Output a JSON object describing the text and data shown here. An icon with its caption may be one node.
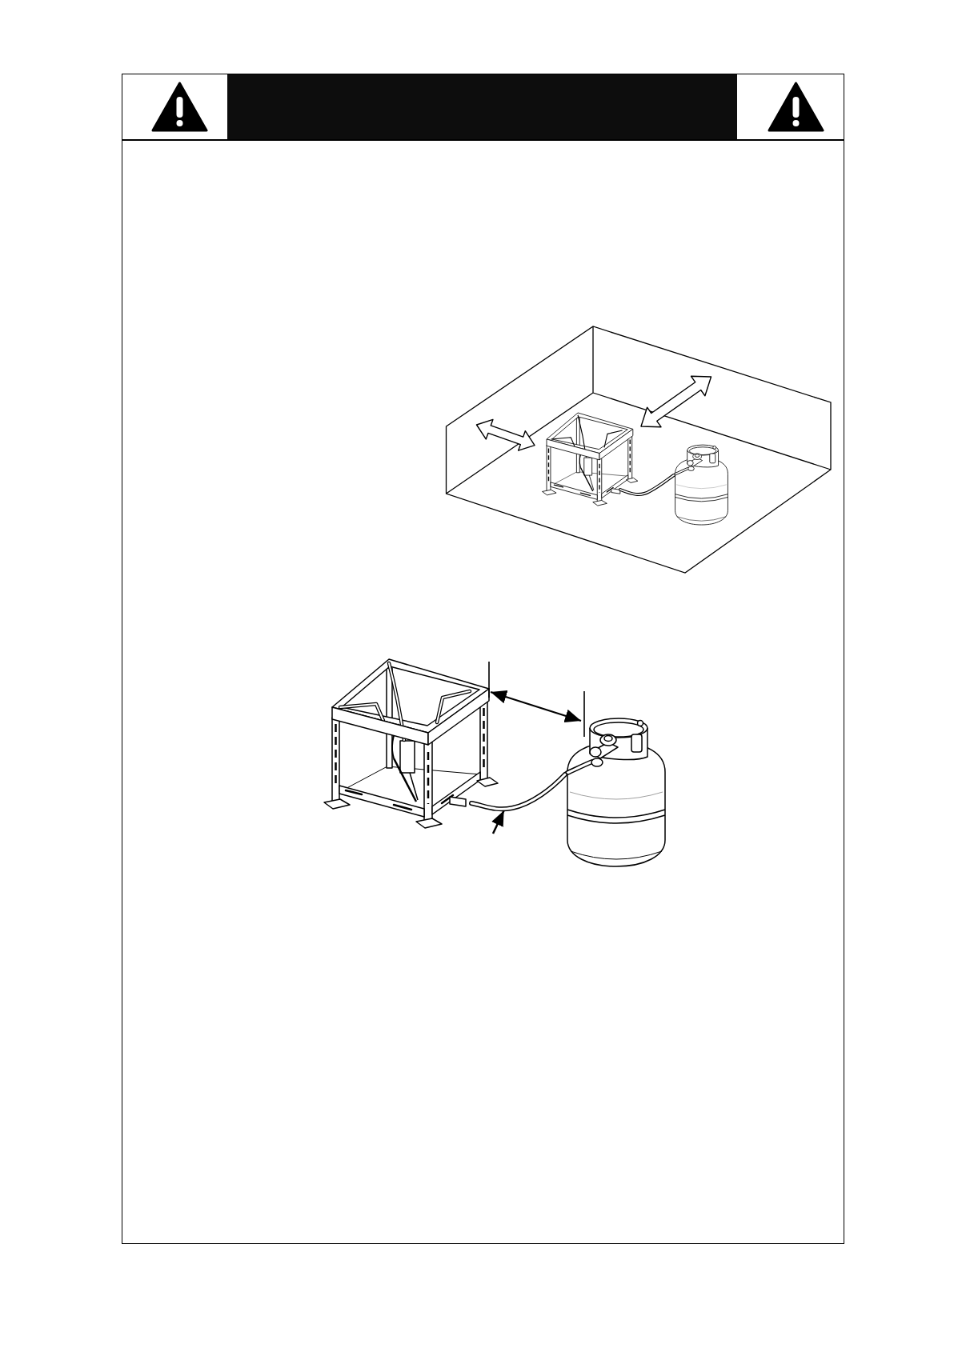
{
  "diagram": {
    "nodes": [
      {
        "text": [],
        "shape": "picture"
      },
      {
        "text": [],
        "shape": "picture"
      }
    ],
    "edges": [
      {
        "from": null,
        "to": 1,
        "arrow": "to"
      }
    ]
  }
}
